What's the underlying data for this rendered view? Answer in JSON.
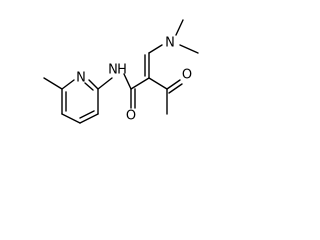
{
  "molecule": {
    "atoms": {
      "amine_nitrogen": "N",
      "amide_nitrogen": "N",
      "amide_hydrogen": "H",
      "pyridine_nitrogen": "N",
      "amide_oxygen": "O",
      "ketone_oxygen": "O"
    }
  },
  "colors": {
    "bond": "#000000",
    "label": "#000000",
    "background": "#ffffff"
  }
}
